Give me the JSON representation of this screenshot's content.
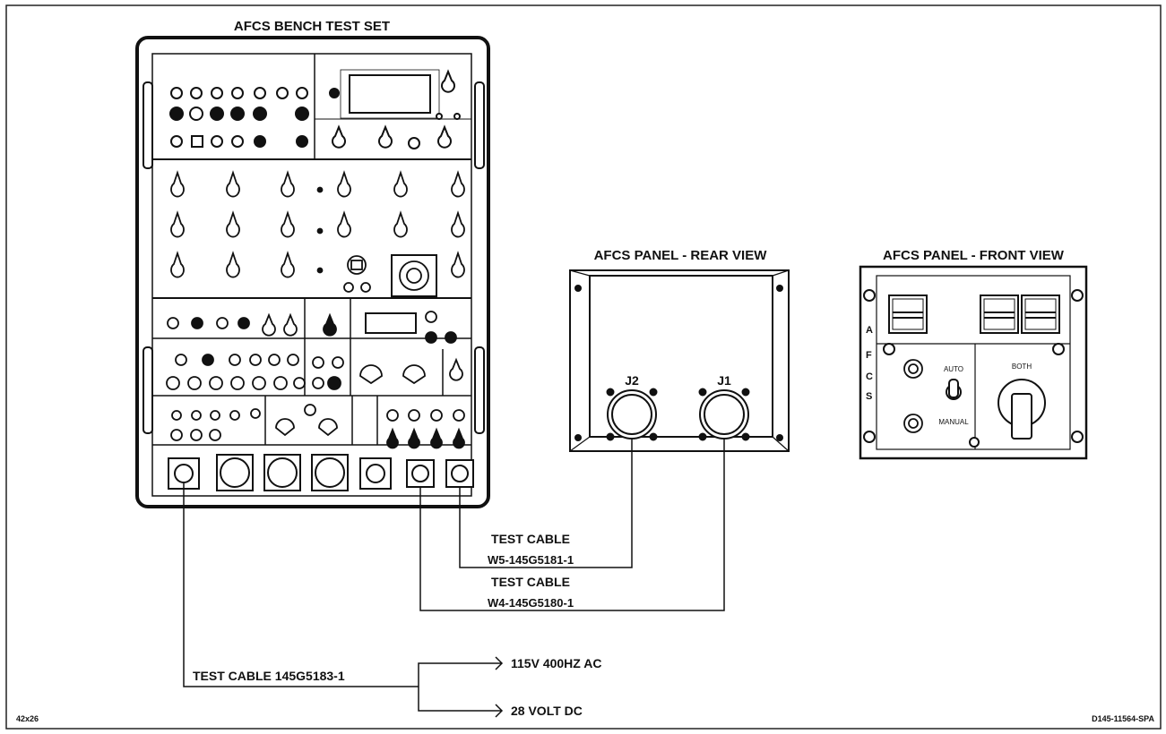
{
  "figure": {
    "corner_left": "42x26",
    "corner_right": "D145-11564-SPA"
  },
  "bench": {
    "title": "AFCS BENCH TEST SET"
  },
  "rear_panel": {
    "title": "AFCS PANEL - REAR VIEW",
    "connector_j2": "J2",
    "connector_j1": "J1"
  },
  "front_panel": {
    "title": "AFCS PANEL - FRONT VIEW",
    "side_letters": [
      "A",
      "F",
      "C",
      "S"
    ],
    "toggle_on": "AUTO",
    "toggle_off": "MANUAL",
    "selector_label": "BOTH"
  },
  "cables": {
    "w5_title": "TEST CABLE",
    "w5_part": "W5-145G5181-1",
    "w4_title": "TEST CABLE",
    "w4_part": "W4-145G5180-1",
    "power_cable": "TEST CABLE 145G5183-1",
    "ac_label": "115V 400HZ AC",
    "dc_label": "28 VOLT DC"
  }
}
